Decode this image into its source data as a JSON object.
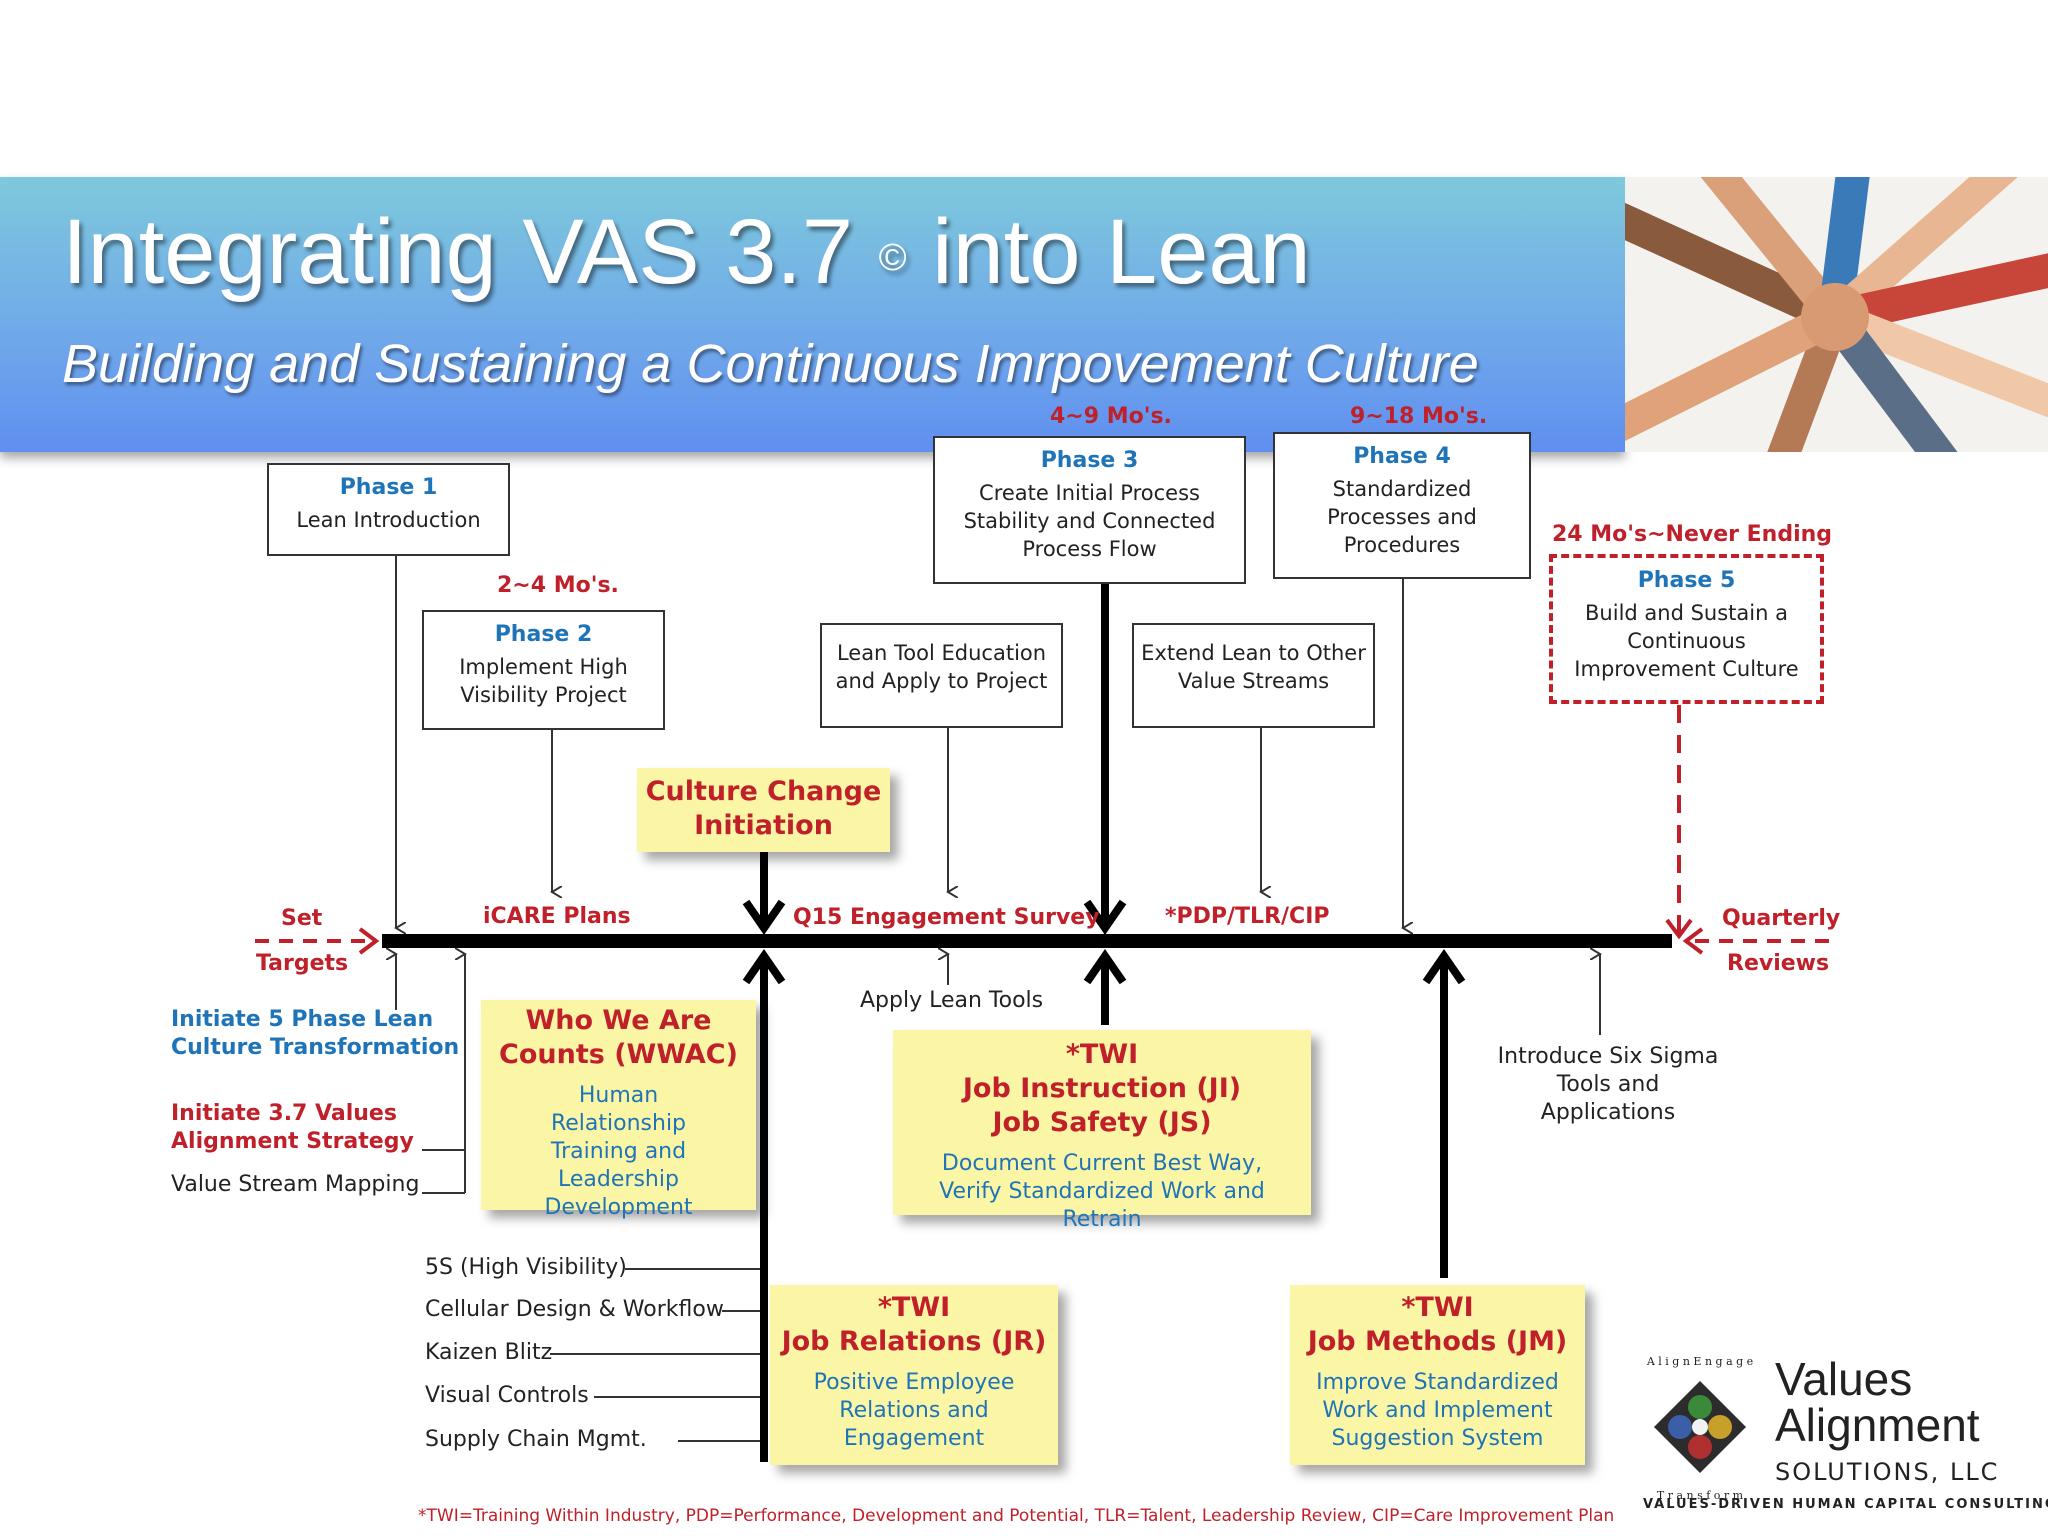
{
  "header": {
    "title": "Integrating VAS 3.7",
    "copyright": "©",
    "title_suffix": "into Lean",
    "subtitle": "Building and Sustaining a Continuous Imrpovement Culture"
  },
  "phases": [
    {
      "heading": "Phase 1",
      "text": "Lean Introduction",
      "duration": ""
    },
    {
      "heading": "Phase 2",
      "text": "Implement High Visibility Project",
      "duration": "2~4 Mo's."
    },
    {
      "heading": "Phase 3",
      "text": "Create Initial Process Stability and Connected Process Flow",
      "duration": "4~9 Mo's."
    },
    {
      "heading": "Phase 4",
      "text": "Standardized Processes and Procedures",
      "duration": "9~18 Mo's."
    },
    {
      "heading": "Phase 5",
      "text": "Build and Sustain a Continuous Improvement Culture",
      "duration": "24 Mo's~Never Ending"
    }
  ],
  "upper_boxes": {
    "lean_tool": "Lean Tool Education and Apply to Project",
    "extend_lean": "Extend Lean to Other Value Streams"
  },
  "timeline": {
    "start_top": "Set",
    "start_bottom": "Targets",
    "icare": "iCARE Plans",
    "q15": "Q15 Engagement Survey",
    "pdp": "*PDP/TLR/CIP",
    "end_top": "Quarterly",
    "end_bottom": "Reviews"
  },
  "yellow_boxes": {
    "culture": {
      "heading": "Culture Change Initiation"
    },
    "wwac": {
      "heading": "Who We Are Counts (WWAC)",
      "text": "Human Relationship Training and Leadership Development"
    },
    "ji": {
      "heading_1": "*TWI",
      "heading_2": "Job Instruction (JI)",
      "heading_3": "Job Safety (JS)",
      "text": "Document Current Best Way, Verify Standardized Work and Retrain"
    },
    "jr": {
      "heading_1": "*TWI",
      "heading_2": "Job Relations (JR)",
      "text": "Positive Employee Relations and Engagement"
    },
    "jm": {
      "heading_1": "*TWI",
      "heading_2": "Job Methods (JM)",
      "text": "Improve Standardized Work and Implement Suggestion System"
    }
  },
  "left_labels": {
    "initiate_5": "Initiate 5 Phase Lean Culture Transformation",
    "initiate_37": "Initiate 3.7 Values Alignment Strategy",
    "vsm": "Value Stream Mapping"
  },
  "lower_labels": {
    "apply_lean": "Apply Lean Tools",
    "six_sigma": "Introduce Six Sigma Tools and Applications"
  },
  "tools_list": [
    "5S (High Visibility)",
    "Cellular Design & Workflow",
    "Kaizen Blitz",
    "Visual Controls",
    "Supply Chain Mgmt."
  ],
  "footnote": "*TWI=Training Within Industry, PDP=Performance, Development and Potential, TLR=Talent, Leadership Review, CIP=Care Improvement Plan",
  "logo": {
    "name_line1": "Values",
    "name_line2": "Alignment",
    "llc": "SOLUTIONS, LLC",
    "tagline": "VALUES-DRIVEN HUMAN CAPITAL CONSULTING",
    "ring_words": "Align Engage Transform"
  },
  "colors": {
    "accent_red": "#c0202a",
    "accent_blue": "#1f74b8",
    "note_yellow": "#fbf6a6",
    "banner_blue": "#6fa7ea"
  }
}
